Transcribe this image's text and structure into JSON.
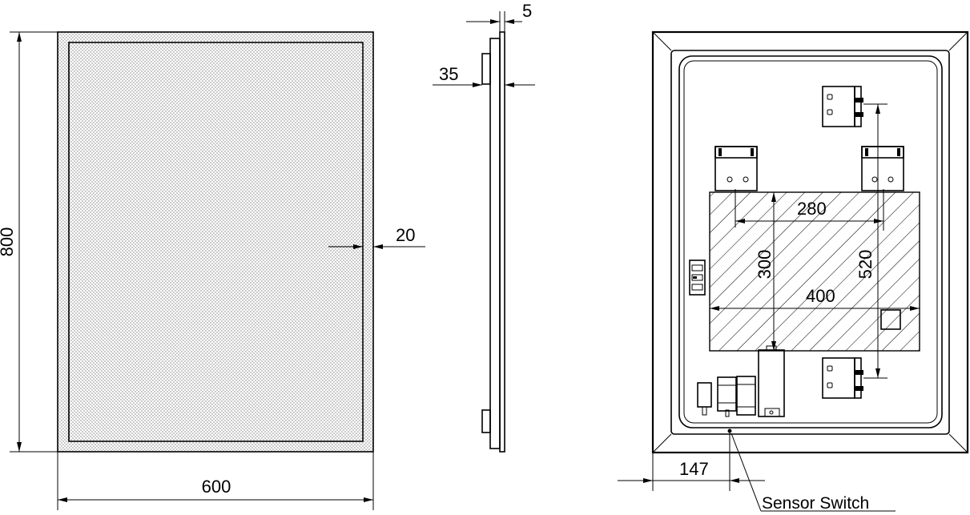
{
  "colors": {
    "line": "#000000",
    "background": "#ffffff",
    "hatch": "#000000"
  },
  "front_view": {
    "width_label": "600",
    "height_label": "800",
    "border_label": "20"
  },
  "side_view": {
    "depth_label": "35",
    "glass_label": "5"
  },
  "back_view": {
    "label_280": "280",
    "label_300": "300",
    "label_520": "520",
    "label_400": "400",
    "label_147": "147",
    "sensor_label": "Sensor Switch"
  }
}
